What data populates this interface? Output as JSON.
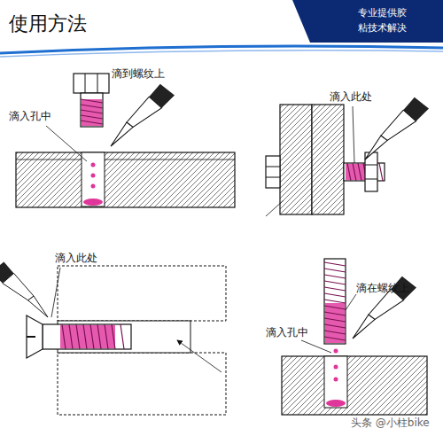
{
  "diagram": {
    "title": "使用方法",
    "labels": [
      "专业提供胶",
      "粘技术解决",
      "滴到螺纹上",
      "滴入孔中",
      "滴入此处",
      "滴入此处",
      "滴在螺纹上",
      "滴入孔中",
      "头条 @小柱bike"
    ]
  }
}
